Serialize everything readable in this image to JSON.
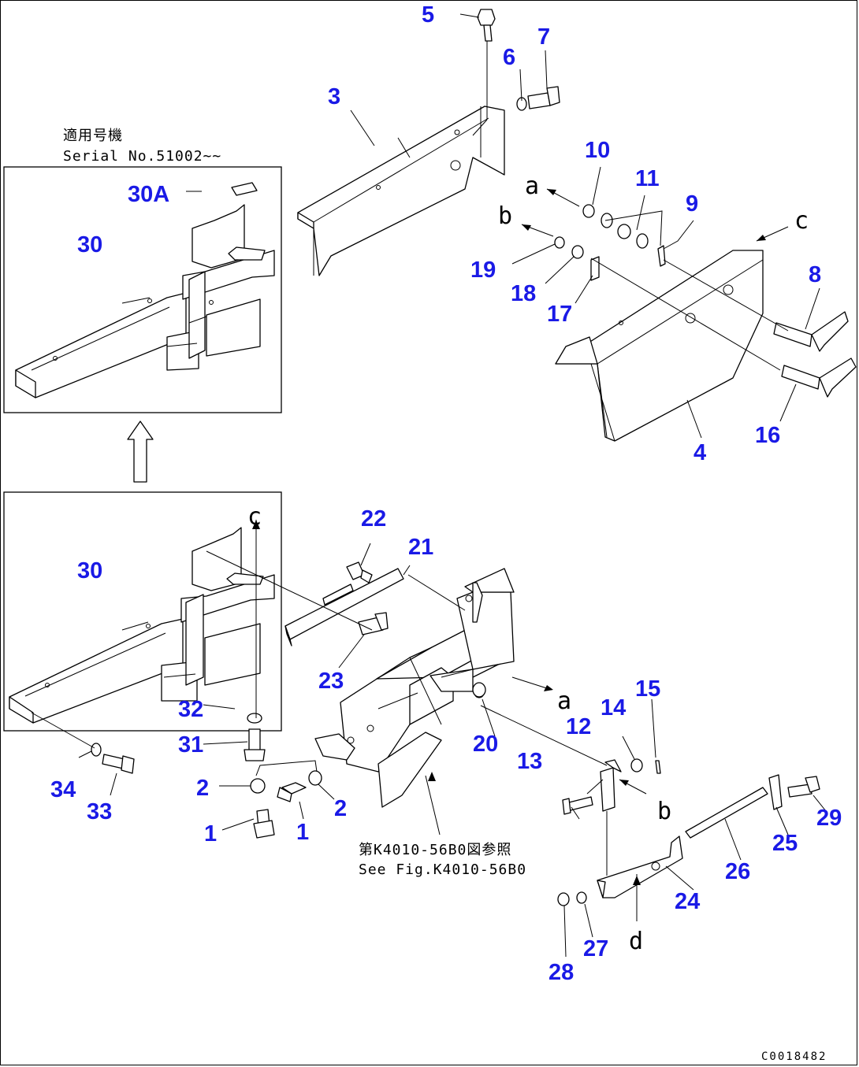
{
  "diagram": {
    "drawing_code": "C0018482",
    "inset_note": {
      "line1": "適用号機",
      "line2": "Serial No.51002~~"
    },
    "see_note": {
      "line1": "第K4010-56B0図参照",
      "line2": "See Fig.K4010-56B0"
    },
    "connectors": {
      "a": "a",
      "b": "b",
      "c": "c",
      "d": "d"
    },
    "callouts": {
      "c1": "1",
      "c2": "2",
      "c3": "3",
      "c4": "4",
      "c5": "5",
      "c6": "6",
      "c7": "7",
      "c8": "8",
      "c9": "9",
      "c10": "10",
      "c11": "11",
      "c12": "12",
      "c13": "13",
      "c14": "14",
      "c15": "15",
      "c16": "16",
      "c17": "17",
      "c18": "18",
      "c19": "19",
      "c20": "20",
      "c21": "21",
      "c22": "22",
      "c23": "23",
      "c24": "24",
      "c25": "25",
      "c26": "26",
      "c27": "27",
      "c28": "28",
      "c29": "29",
      "c30": "30",
      "c30A": "30A",
      "c31": "31",
      "c32": "32",
      "c33": "33",
      "c34": "34"
    },
    "colors": {
      "callout": "#1a1ae6",
      "line": "#000000",
      "background": "#ffffff"
    }
  }
}
